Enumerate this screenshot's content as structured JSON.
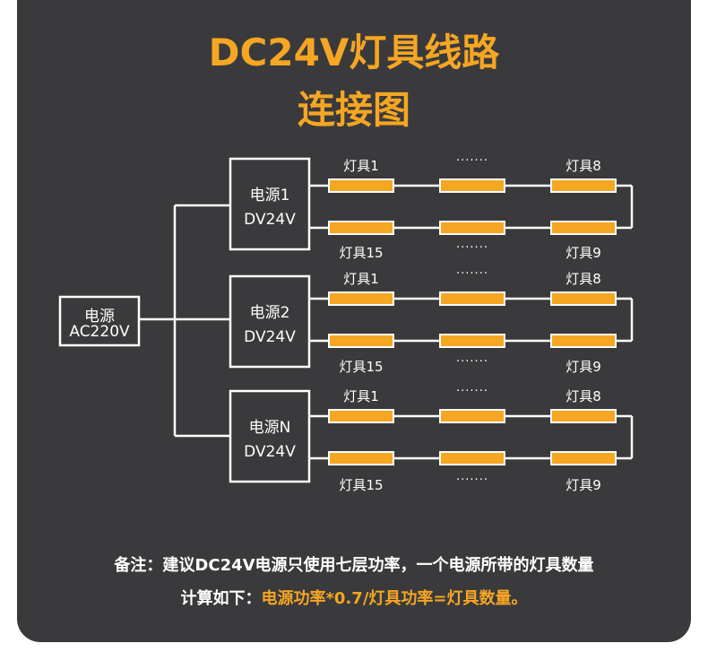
{
  "title": {
    "line1": "DC24V灯具线路",
    "line2": "连接图"
  },
  "main_power": {
    "line1": "电源",
    "line2": "AC220V"
  },
  "power_units": [
    {
      "name": "电源1",
      "voltage": "DV24V",
      "lamp_first": "灯具1",
      "lamp_mid": "·······",
      "lamp_last_top": "灯具8",
      "lamp_first_bottom": "灯具15",
      "lamp_last_bottom": "灯具9"
    },
    {
      "name": "电源2",
      "voltage": "DV24V",
      "lamp_first": "灯具1",
      "lamp_mid": "·······",
      "lamp_last_top": "灯具8",
      "lamp_first_bottom": "灯具15",
      "lamp_last_bottom": "灯具9"
    },
    {
      "name": "电源N",
      "voltage": "DV24V",
      "lamp_first": "灯具1",
      "lamp_mid": "·······",
      "lamp_last_top": "灯具8",
      "lamp_first_bottom": "灯具15",
      "lamp_last_bottom": "灯具9"
    }
  ],
  "note": {
    "line1": "备注：建议DC24V电源只使用七层功率，一个电源所带的灯具数量",
    "line2_prefix": "计算如下：",
    "line2_formula": "电源功率*0.7/灯具功率=灯具数量。"
  },
  "colors": {
    "background": "#3a3a3c",
    "accent": "#f5a623",
    "line": "#ffffff"
  }
}
